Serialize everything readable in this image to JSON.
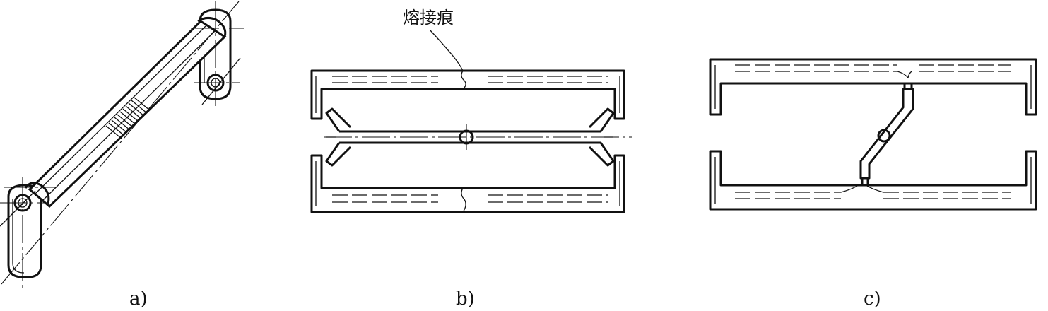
{
  "figure": {
    "panels": [
      {
        "id": "a",
        "label": "a)"
      },
      {
        "id": "b",
        "label": "b)",
        "annotation": "熔接痕"
      },
      {
        "id": "c",
        "label": "c)"
      }
    ]
  }
}
